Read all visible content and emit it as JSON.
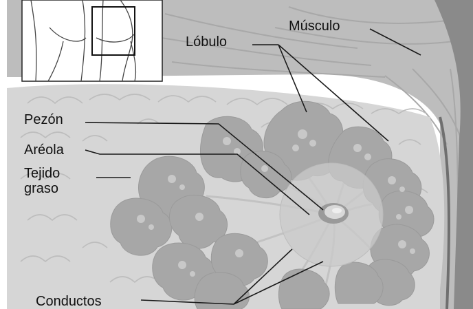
{
  "labels": {
    "musculo": "Músculo",
    "lobulo": "Lóbulo",
    "pezon": "Pezón",
    "areola": "Aréola",
    "tejido_line1": "Tejido",
    "tejido_line2": "graso",
    "conductos": "Conductos"
  },
  "colors": {
    "background": "#ffffff",
    "muscle": "#b9b9b9",
    "breast_fat": "#d4d4d4",
    "lobule": "#a3a3a3",
    "areola": "#c4c4c4",
    "leader_line": "#1a1a1a",
    "text": "#111111"
  }
}
